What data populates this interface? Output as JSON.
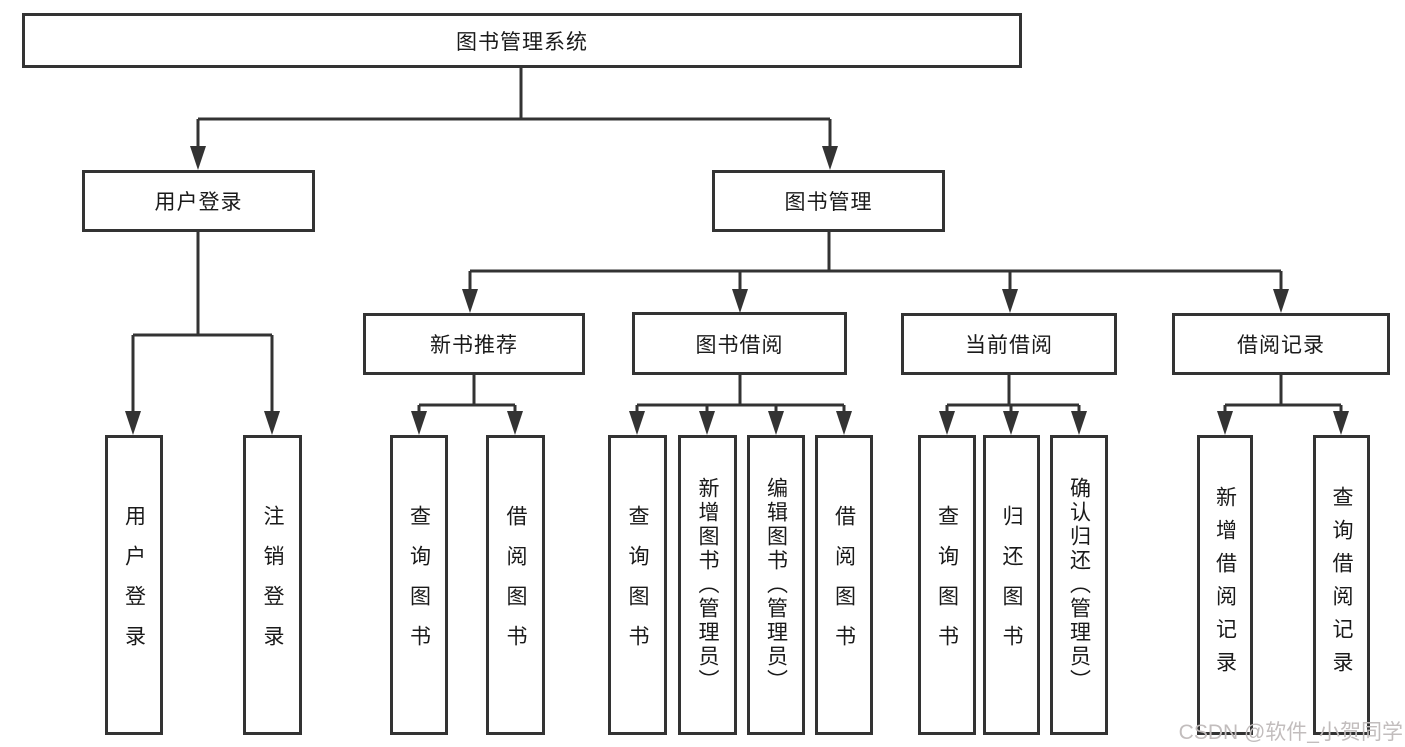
{
  "colors": {
    "line": "#333333",
    "text": "#1a1a1a",
    "watermark": "#c2bdbd",
    "background": "#ffffff"
  },
  "watermark": {
    "text": "CSDN @软件_小贺同学"
  },
  "tree": {
    "label": "图书管理系统",
    "children": [
      {
        "label": "用户登录",
        "children": [
          {
            "label": "用户登录"
          },
          {
            "label": "注销登录"
          }
        ]
      },
      {
        "label": "图书管理",
        "children": [
          {
            "label": "新书推荐",
            "children": [
              {
                "label": "查询图书"
              },
              {
                "label": "借阅图书"
              }
            ]
          },
          {
            "label": "图书借阅",
            "children": [
              {
                "label": "查询图书"
              },
              {
                "label": "新增图书（管理员）"
              },
              {
                "label": "编辑图书（管理员）"
              },
              {
                "label": "借阅图书"
              }
            ]
          },
          {
            "label": "当前借阅",
            "children": [
              {
                "label": "查询图书"
              },
              {
                "label": "归还图书"
              },
              {
                "label": "确认归还（管理员）"
              }
            ]
          },
          {
            "label": "借阅记录",
            "children": [
              {
                "label": "新增借阅记录"
              },
              {
                "label": "查询借阅记录"
              }
            ]
          }
        ]
      }
    ]
  }
}
